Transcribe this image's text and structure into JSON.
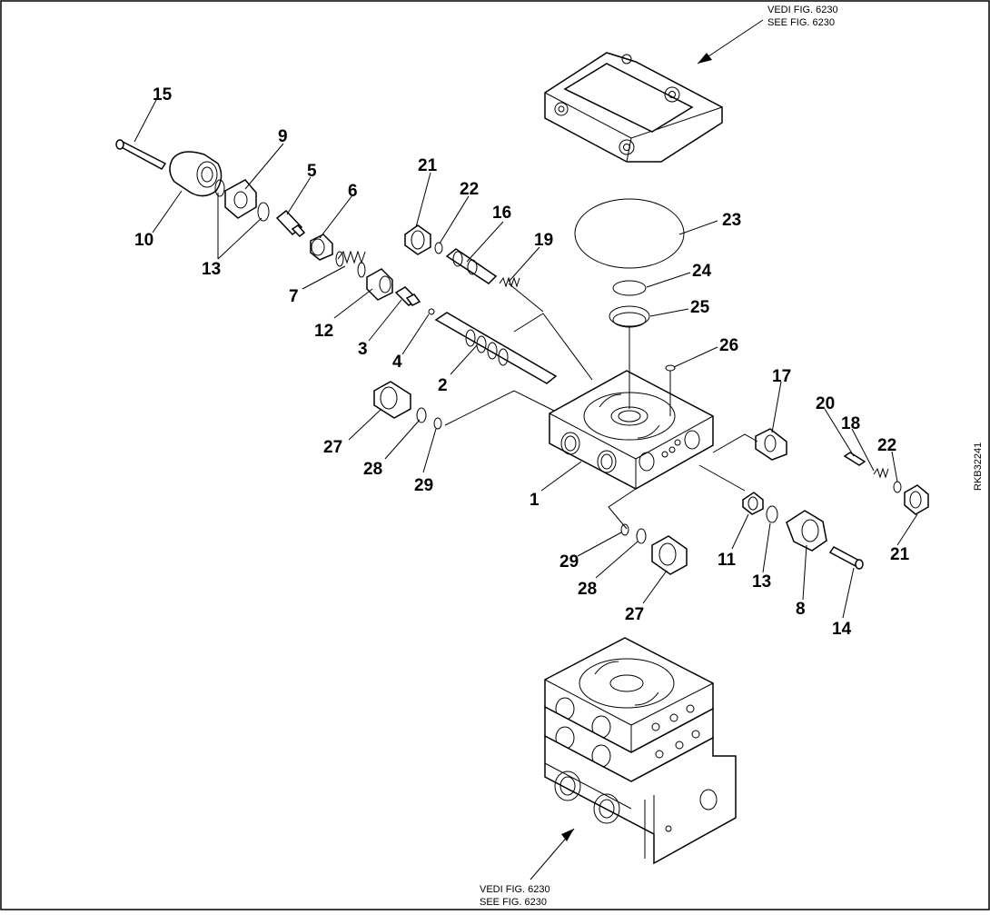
{
  "references": {
    "top_line1": "VEDI FIG. 6230",
    "top_line2": "SEE FIG. 6230",
    "bottom_line1": "VEDI FIG. 6230",
    "bottom_line2": "SEE FIG. 6230"
  },
  "drawing_code": "RKB32241",
  "callouts": {
    "c15": "15",
    "c9": "9",
    "c5": "5",
    "c6": "6",
    "c10": "10",
    "c13a": "13",
    "c7": "7",
    "c12": "12",
    "c3": "3",
    "c4": "4",
    "c2": "2",
    "c21a": "21",
    "c22a": "22",
    "c16": "16",
    "c19": "19",
    "c23": "23",
    "c24": "24",
    "c25": "25",
    "c26": "26",
    "c17": "17",
    "c20": "20",
    "c18": "18",
    "c22b": "22",
    "c21b": "21",
    "c27a": "27",
    "c28a": "28",
    "c29a": "29",
    "c1": "1",
    "c11": "11",
    "c13b": "13",
    "c8": "8",
    "c14": "14",
    "c29b": "29",
    "c28b": "28",
    "c27b": "27"
  }
}
